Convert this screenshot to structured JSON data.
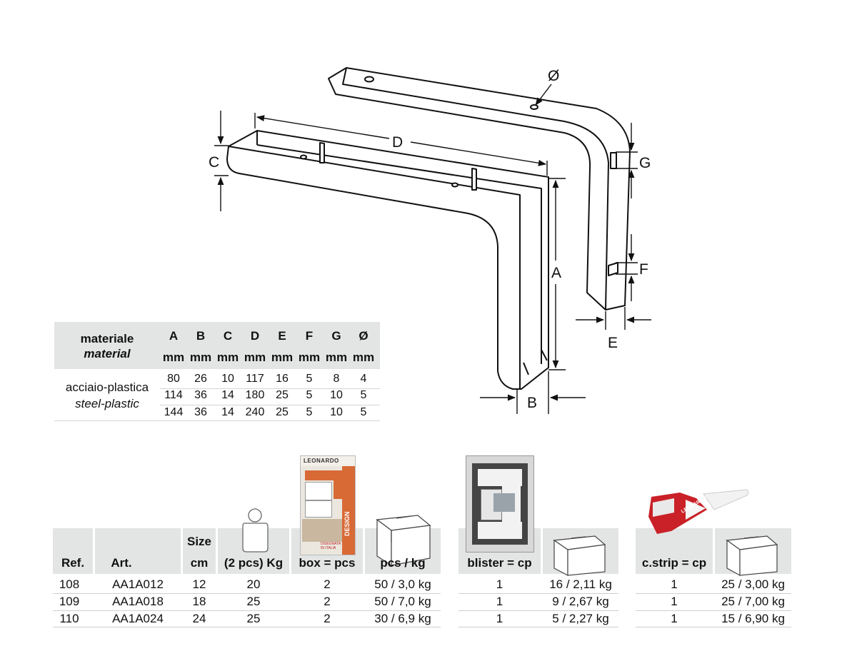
{
  "diagram": {
    "labels": {
      "a": "A",
      "b": "B",
      "c": "C",
      "d": "D",
      "e": "E",
      "f": "F",
      "g": "G",
      "diam": "Ø"
    }
  },
  "spec_table": {
    "header_material_it": "materiale",
    "header_material_en": "material",
    "columns": [
      "A",
      "B",
      "C",
      "D",
      "E",
      "F",
      "G",
      "Ø"
    ],
    "units": [
      "mm",
      "mm",
      "mm",
      "mm",
      "mm",
      "mm",
      "mm",
      "mm"
    ],
    "material_it": "acciaio-plastica",
    "material_en": "steel-plastic",
    "rows": [
      [
        "80",
        "26",
        "10",
        "117",
        "16",
        "5",
        "8",
        "4"
      ],
      [
        "114",
        "36",
        "14",
        "180",
        "25",
        "5",
        "10",
        "5"
      ],
      [
        "144",
        "36",
        "14",
        "240",
        "25",
        "5",
        "10",
        "5"
      ]
    ]
  },
  "package_images": {
    "box_brand": "LEONARDO",
    "box_design": "DESIGN",
    "box_italy": "DISEGNATA IN ITALIA",
    "strip_brand": "LEONARDO"
  },
  "main_table": {
    "headers": {
      "ref": "Ref.",
      "art": "Art.",
      "size_top": "Size",
      "size_bottom": "cm",
      "weight": "(2 pcs) Kg",
      "box": "box = pcs",
      "pcs_kg": "pcs / kg"
    },
    "rows": [
      {
        "ref": "108",
        "art": "AA1A012",
        "size": "12",
        "weight": "20",
        "box": "2",
        "pcs_kg": "50 / 3,0 kg"
      },
      {
        "ref": "109",
        "art": "AA1A018",
        "size": "18",
        "weight": "25",
        "box": "2",
        "pcs_kg": "50 / 7,0 kg"
      },
      {
        "ref": "110",
        "art": "AA1A024",
        "size": "24",
        "weight": "25",
        "box": "2",
        "pcs_kg": "30 / 6,9 kg"
      }
    ]
  },
  "blister_table": {
    "header_left": "blister = cp",
    "rows": [
      {
        "cp": "1",
        "pcs_kg": "16 / 2,11 kg"
      },
      {
        "cp": "1",
        "pcs_kg": "9 / 2,67 kg"
      },
      {
        "cp": "1",
        "pcs_kg": "5 / 2,27 kg"
      }
    ]
  },
  "strip_table": {
    "header_left": "c.strip = cp",
    "rows": [
      {
        "cp": "1",
        "pcs_kg": "25 / 3,00 kg"
      },
      {
        "cp": "1",
        "pcs_kg": "25 / 7,00 kg"
      },
      {
        "cp": "1",
        "pcs_kg": "15 / 6,90 kg"
      }
    ]
  }
}
